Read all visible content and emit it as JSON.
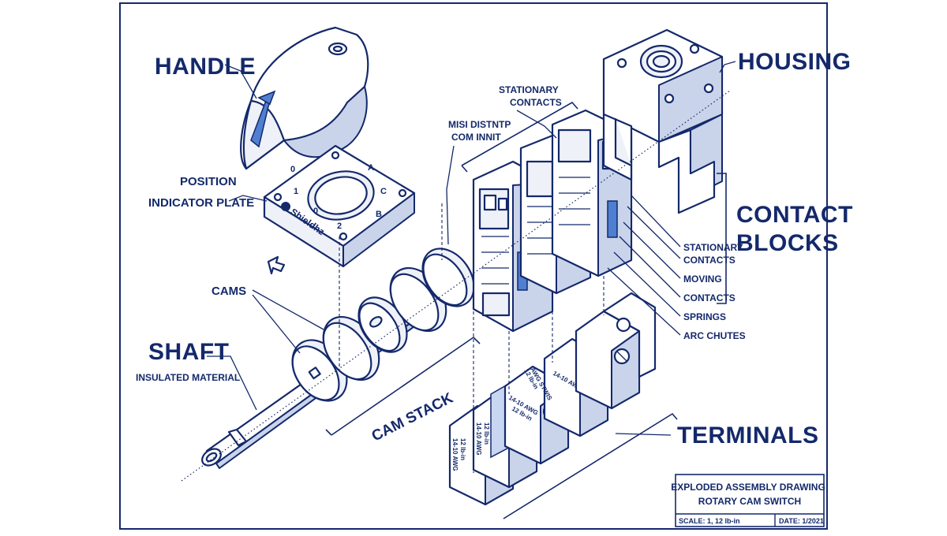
{
  "labels": {
    "handle": "HANDLE",
    "housing": "HOUSING",
    "stationary_contacts_top_1": "STATIONARY",
    "stationary_contacts_top_2": "CONTACTS",
    "misi_1": "MISI DISTNTP",
    "misi_2": "COM INNIT",
    "position_1": "POSITION",
    "position_2": "INDICATOR PLATE",
    "contact_blocks_1": "CONTACT",
    "contact_blocks_2": "BLOCKS",
    "stationary_right_1": "STATIONARY",
    "stationary_right_2": "CONTACTS",
    "moving": "MOVING",
    "contacts": "CONTACTS",
    "springs": "SPRINGS",
    "arc_chutes": "ARC CHUTES",
    "cams": "CAMS",
    "shaft": "SHAFT",
    "shaft_sub": "INSULATED MATERIAL",
    "cam_stack": "CAM STACK",
    "terminals": "TERMINALS"
  },
  "plate": {
    "brand": "Shieldhz",
    "dial_0": "0",
    "dial_1": "1",
    "dial_0b": "0",
    "dial_2": "2",
    "dial_A": "A",
    "dial_C": "C",
    "dial_B": "B"
  },
  "terminal_text": {
    "t1_a": "14-10 AWG",
    "t1_b": "12 lb-in",
    "t2_a": "14-10 AWG",
    "t2_b": "12 lb-in",
    "t3_a": "14-10 AWG",
    "t3_b": "12 lb-in",
    "t4_a": "14-10 AWG",
    "t5_a": "AWG STWIS",
    "t5_b": "12 lb-in"
  },
  "title_block": {
    "title_1": "EXPLODED ASSEMBLY DRAWING:",
    "title_2": "ROTARY CAM SWITCH",
    "scale": "SCALE: 1, 12 lb-in",
    "date": "DATE: 1/2021"
  },
  "colors": {
    "ink": "#14296b",
    "accent": "#4f7fd0",
    "shade": "#c9d3ea"
  }
}
